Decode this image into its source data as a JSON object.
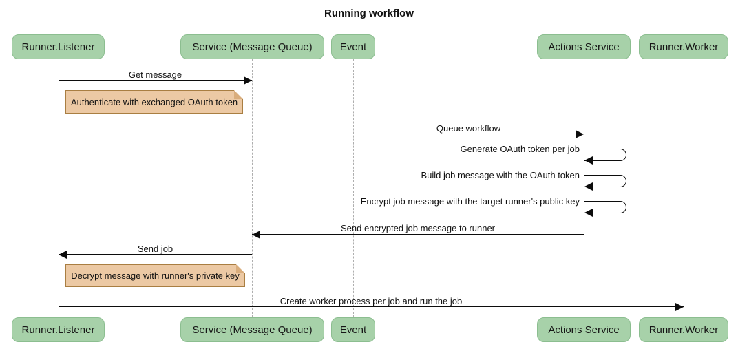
{
  "title": "Running workflow",
  "colors": {
    "actor_fill": "#a7d1a9",
    "actor_border": "#8cbe90",
    "note_fill": "#ecc9a4",
    "note_border": "#a97e42",
    "lifeline": "#aeaeae",
    "arrow": "#0c0c0c",
    "background": "#ffffff"
  },
  "actors": [
    {
      "label": "Runner.Listener"
    },
    {
      "label": "Service (Message Queue)"
    },
    {
      "label": "Event"
    },
    {
      "label": "Actions Service"
    },
    {
      "label": "Runner.Worker"
    }
  ],
  "messages": [
    {
      "label": "Get message",
      "from": "Runner.Listener",
      "to": "Service (Message Queue)",
      "self": false
    },
    {
      "label": "Queue workflow",
      "from": "Event",
      "to": "Actions Service",
      "self": false
    },
    {
      "label": "Generate OAuth token per job",
      "from": "Actions Service",
      "to": "Actions Service",
      "self": true
    },
    {
      "label": "Build job message with the OAuth token",
      "from": "Actions Service",
      "to": "Actions Service",
      "self": true
    },
    {
      "label": "Encrypt job message with the target runner's public key",
      "from": "Actions Service",
      "to": "Actions Service",
      "self": true
    },
    {
      "label": "Send encrypted job message to runner",
      "from": "Actions Service",
      "to": "Service (Message Queue)",
      "self": false
    },
    {
      "label": "Send job",
      "from": "Service (Message Queue)",
      "to": "Runner.Listener",
      "self": false
    },
    {
      "label": "Create worker process per job and run the job",
      "from": "Runner.Listener",
      "to": "Runner.Worker",
      "self": false
    }
  ],
  "notes": [
    {
      "label": "Authenticate with exchanged OAuth token",
      "over": "Runner.Listener"
    },
    {
      "label": "Decrypt message with runner's private key",
      "over": "Runner.Listener"
    }
  ]
}
